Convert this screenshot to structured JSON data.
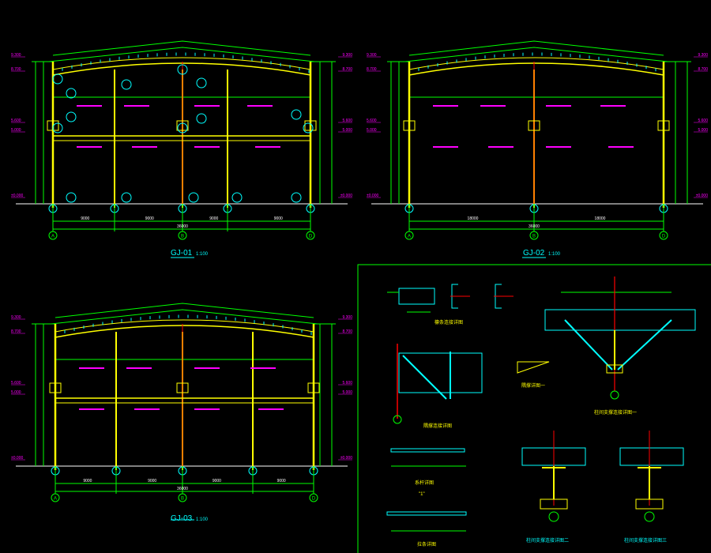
{
  "colors": {
    "background": "#000000",
    "grid": "#00ff00",
    "column": "#ffff00",
    "text": "#ff00ff",
    "detail": "#00ffff",
    "center": "#ff0000",
    "ground": "#ffffff"
  },
  "frames": [
    {
      "title": "GJ-01",
      "scale": "1:100",
      "axes": [
        "A",
        "B",
        "D"
      ],
      "total": "36000",
      "spans": [
        "9000",
        "9000",
        "9000",
        "9000"
      ]
    },
    {
      "title": "GJ-02",
      "scale": "1:100",
      "axes": [
        "A",
        "B",
        "D"
      ],
      "total": "36000",
      "spans": [
        "18000",
        "18000"
      ]
    },
    {
      "title": "GJ-03",
      "scale": "1:100",
      "axes": [
        "A",
        "B",
        "D"
      ],
      "total": "36000",
      "spans": [
        "9000",
        "9000",
        "9000",
        "9000"
      ]
    }
  ],
  "elevations": [
    "9.300",
    "8.700",
    "5.600",
    "5.000",
    "±0.000"
  ],
  "details": [
    {
      "title": "檩条连接详图"
    },
    {
      "title": "隅撑连接详图"
    },
    {
      "title": "隅撑详图一"
    },
    {
      "title": "柱间支撑连接详图一"
    },
    {
      "title": "系杆详图"
    },
    {
      "title": "\"1\""
    },
    {
      "title": "拉条详图"
    },
    {
      "title": "柱间支撑连接详图二"
    },
    {
      "title": "柱间支撑连接详图三"
    }
  ]
}
